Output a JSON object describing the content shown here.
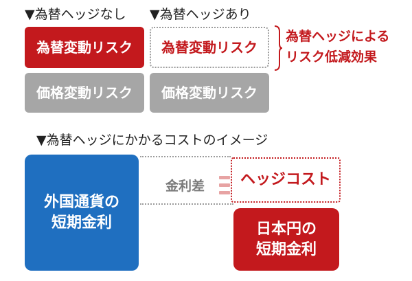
{
  "top": {
    "no_hedge_heading": "▼為替ヘッジなし",
    "hedge_heading": "▼為替ヘッジあり",
    "no_hedge_boxes": [
      "為替変動リスク",
      "価格変動リスク"
    ],
    "hedge_boxes": [
      "為替変動リスク",
      "価格変動リスク"
    ],
    "effect_label": [
      "為替ヘッジによる",
      "リスク低減効果"
    ]
  },
  "bottom": {
    "heading": "▼為替ヘッジにかかるコストのイメージ",
    "foreign_rate": [
      "外国通貨の",
      "短期金利"
    ],
    "rate_gap_label": "金利差",
    "hedge_cost_label": "ヘッジコスト",
    "yen_rate": [
      "日本円の",
      "短期金利"
    ]
  },
  "colors": {
    "red": "#c3191d",
    "grey": "#a6a6a6",
    "blue": "#1f6fc0",
    "dotted_grey": "#9b9b9b"
  }
}
